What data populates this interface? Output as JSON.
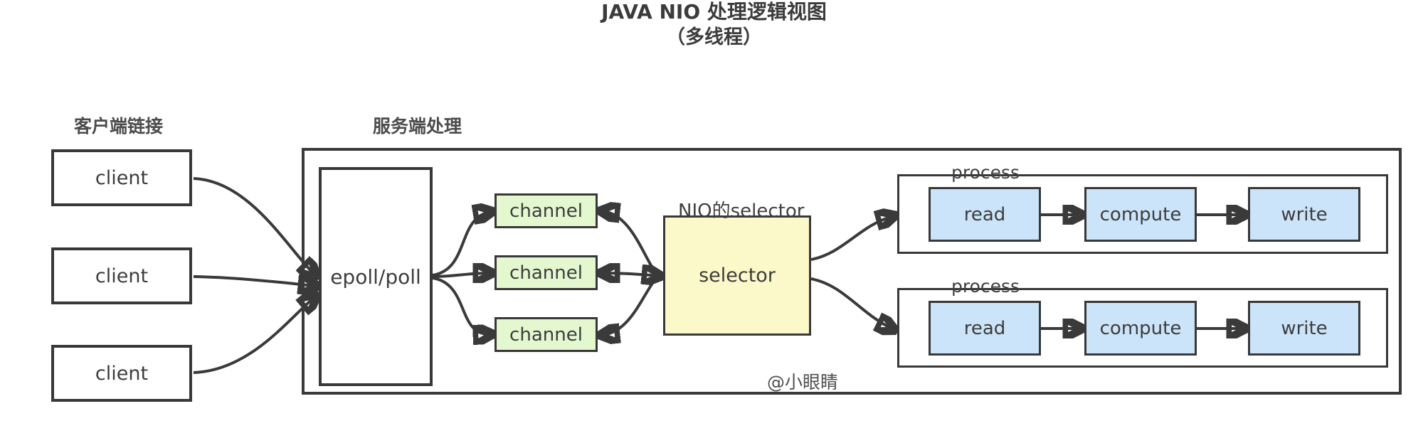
{
  "title": {
    "main": "JAVA NIO 处理逻辑视图",
    "sub": "（多线程）"
  },
  "section_labels": {
    "client": "客户端链接",
    "server": "服务端处理"
  },
  "annotations": {
    "nio_selector": "NIO的selector",
    "watermark": "@小眼睛"
  },
  "nodes": {
    "clients": [
      {
        "label": "client"
      },
      {
        "label": "client"
      },
      {
        "label": "client"
      }
    ],
    "epoll": {
      "label": "epoll/poll"
    },
    "channels": [
      {
        "label": "channel"
      },
      {
        "label": "channel"
      },
      {
        "label": "channel"
      }
    ],
    "selector": {
      "label": "selector"
    },
    "processes": [
      {
        "label": "process",
        "steps": [
          {
            "label": "read"
          },
          {
            "label": "compute"
          },
          {
            "label": "write"
          }
        ]
      },
      {
        "label": "process",
        "steps": [
          {
            "label": "read"
          },
          {
            "label": "compute"
          },
          {
            "label": "write"
          }
        ]
      }
    ]
  },
  "colors": {
    "line": "#3a3a3a",
    "channel_fill": "#e4f8d0",
    "selector_fill": "#fbf8c9",
    "step_fill": "#cce4f9",
    "container_fill": "#ffffff",
    "text": "#3d3d3d"
  }
}
